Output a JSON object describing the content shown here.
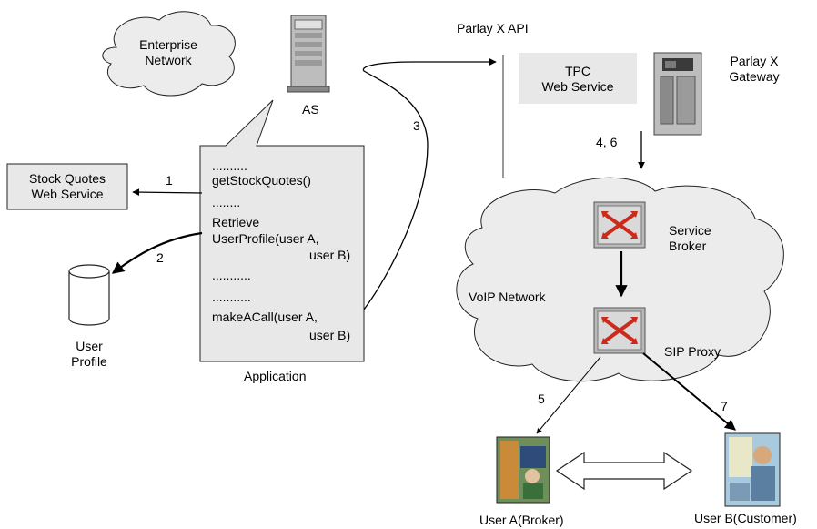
{
  "labels": {
    "enterprise_network": "Enterprise\nNetwork",
    "as": "AS",
    "parlay_api": "Parlay X API",
    "tpc_service": "TPC\nWeb Service",
    "parlay_gateway": "Parlay X\nGateway",
    "stock_quotes": "Stock Quotes\nWeb Service",
    "user_profile": "User\nProfile",
    "application": "Application",
    "service_broker": "Service\nBroker",
    "voip_network": "VoIP Network",
    "sip_proxy": "SIP Proxy",
    "user_a": "User A(Broker)",
    "user_b": "User B(Customer)"
  },
  "code_lines": [
    "..........",
    "getStockQuotes()",
    "........",
    "Retrieve",
    "UserProfile(user A,",
    "user B)",
    "...........",
    "...........",
    "makeACall(user A,",
    "user B)"
  ],
  "steps": {
    "s1": "1",
    "s2": "2",
    "s3": "3",
    "s4": "4, 6",
    "s5": "5",
    "s7": "7"
  },
  "colors": {
    "cloud_fill": "#ececec",
    "box_fill": "#e8e8e8",
    "server": "#bdbdbd",
    "router_accent": "#cc2a1a"
  }
}
